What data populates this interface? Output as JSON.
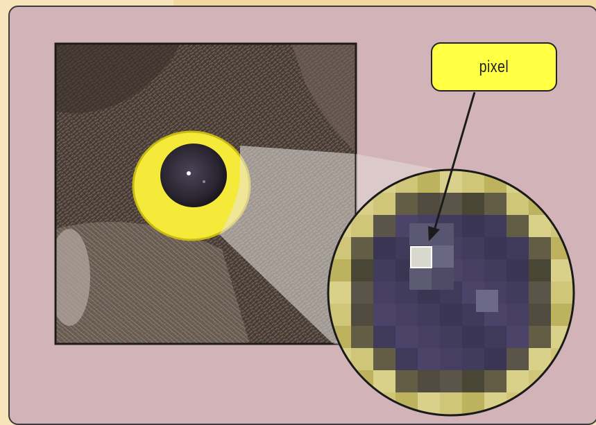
{
  "diagram": {
    "callout_label": "pixel"
  },
  "colors": {
    "panel": "#d2b4b8",
    "page_background": "#f8e4bb",
    "eye_ring": "#f5ea3a",
    "pupil": "#3a3548",
    "callout_fill": "#ffff44",
    "highlight_pixel": "#d8d8cc"
  },
  "icons": {
    "photo": "owl-eye-photo",
    "magnifier": "magnified-pupil-circle",
    "pointer": "arrow-pointer"
  }
}
